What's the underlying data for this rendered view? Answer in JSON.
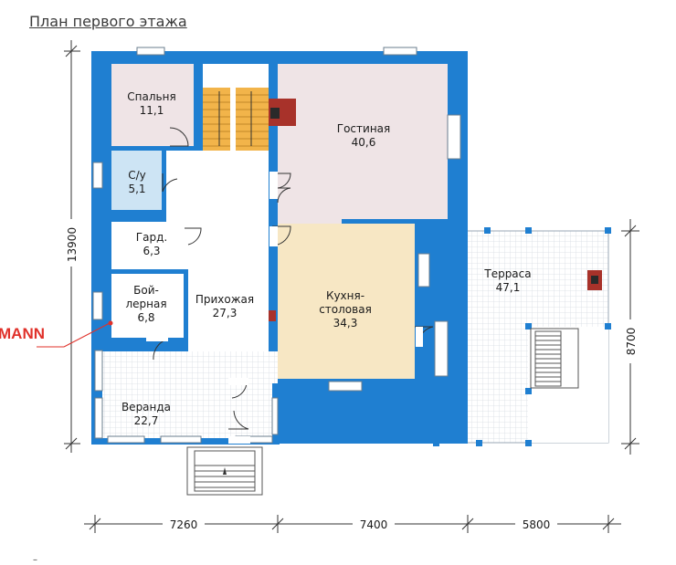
{
  "title": "План первого этажа",
  "brand": "MANN",
  "colors": {
    "wall": "#1f7fd1",
    "bedroom": "#efe4e6",
    "bathroom": "#cde4f4",
    "living": "#efe4e6",
    "kitchen": "#f7e7c4",
    "stairs": "#f2b44a",
    "fireplace": "#a8322a",
    "tile_grid": "#d8dde3",
    "brand": "#e0312a"
  },
  "rooms": {
    "bedroom": {
      "name": "Спальня",
      "area": "11,1"
    },
    "bathroom": {
      "name": "С/у",
      "area": "5,1"
    },
    "wardrobe": {
      "name": "Гард.",
      "area": "6,3"
    },
    "boiler": {
      "name_line1": "Бой-",
      "name_line2": "лерная",
      "area": "6,8"
    },
    "hall": {
      "name": "Прихожая",
      "area": "27,3"
    },
    "living": {
      "name": "Гостиная",
      "area": "40,6"
    },
    "kitchen": {
      "name_line1": "Кухня-",
      "name_line2": "столовая",
      "area": "34,3"
    },
    "terrace": {
      "name": "Терраса",
      "area": "47,1"
    },
    "veranda": {
      "name": "Веранда",
      "area": "22,7"
    }
  },
  "dimensions": {
    "left_total": "13900",
    "right_terrace": "8700",
    "bottom_left": "7260",
    "bottom_middle": "7400",
    "bottom_right": "5800"
  }
}
